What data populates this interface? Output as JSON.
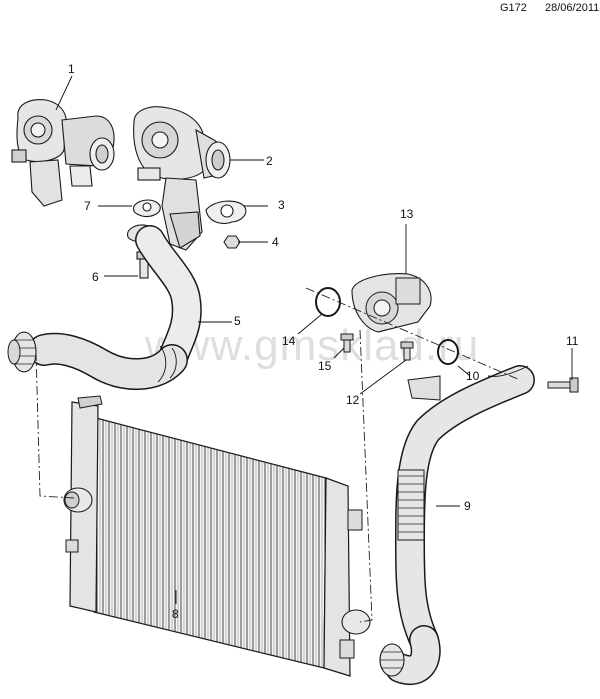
{
  "header": {
    "code": "G172",
    "date": "28/06/2011"
  },
  "watermark": "www.gmsklad.ru",
  "callouts": [
    "1",
    "2",
    "3",
    "4",
    "5",
    "6",
    "7",
    "8",
    "9",
    "10",
    "11",
    "12",
    "13",
    "14",
    "15"
  ],
  "colors": {
    "line": "#111111",
    "part_fill": "#e9e9e9",
    "watermark": "#9a9a9a"
  }
}
